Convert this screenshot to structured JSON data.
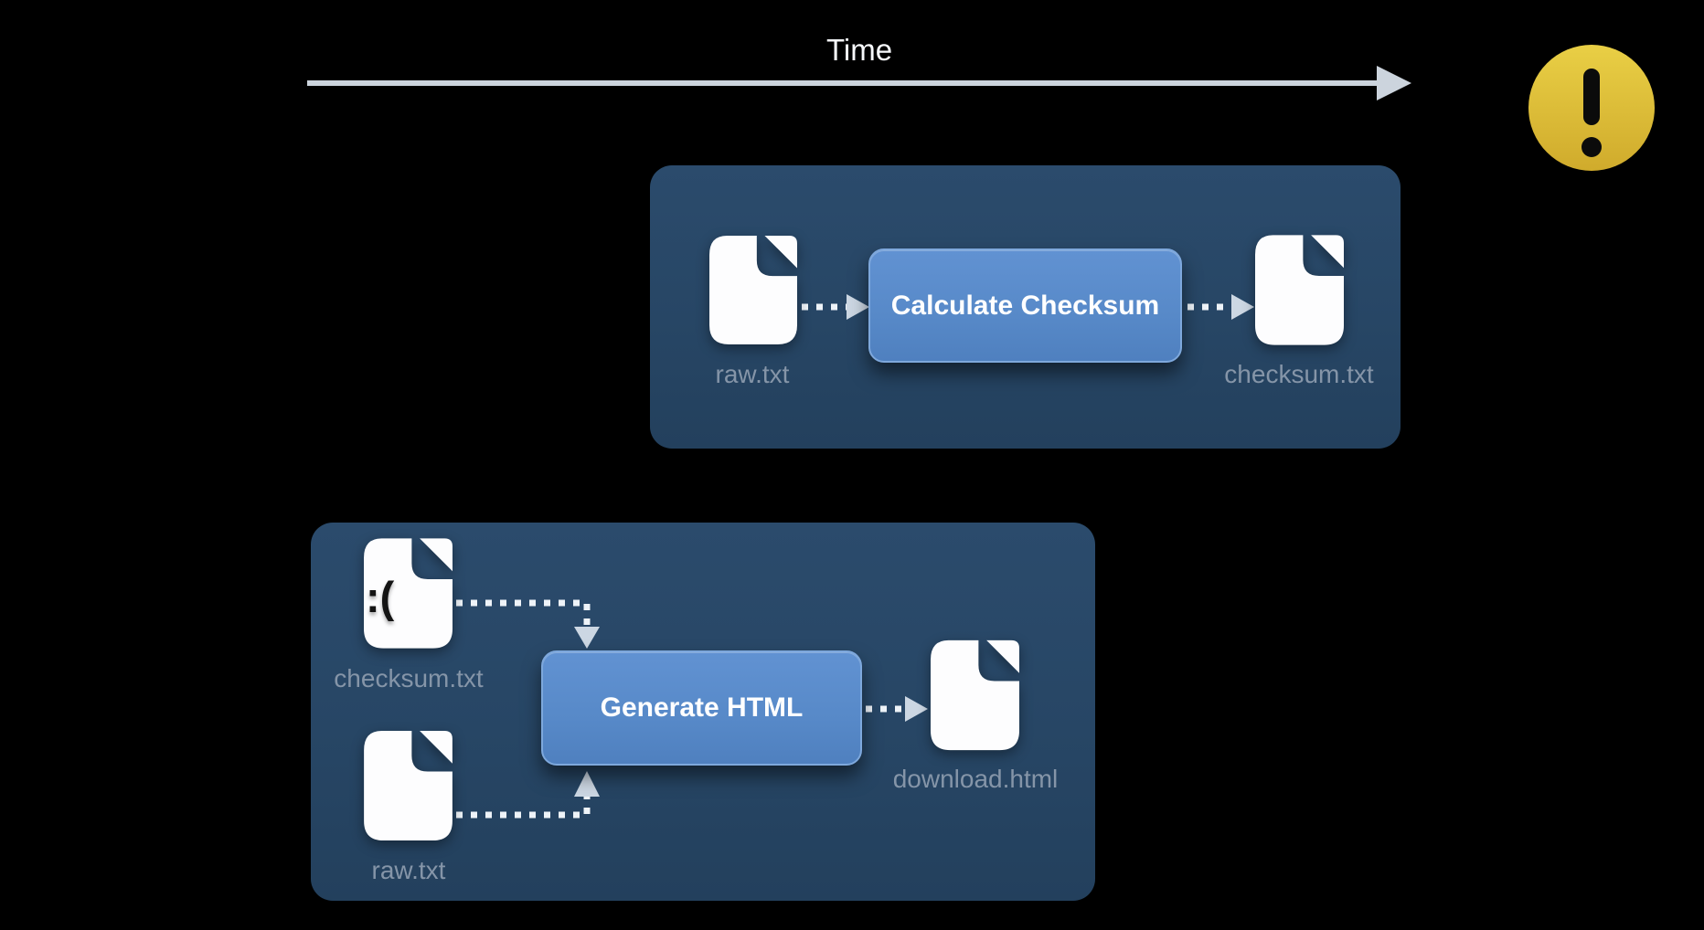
{
  "timeline": {
    "label": "Time"
  },
  "status": {
    "warning_icon": "exclamation-warning"
  },
  "colors": {
    "background": "#000000",
    "panel-bg": "#274665",
    "button-bg": "#5789c8",
    "button-border": "#7ea8dc",
    "button-text": "#ffffff",
    "file-fill": "#fdfdfe",
    "file-label": "#8595a8",
    "dot-line": "#eef3f8",
    "arrow-head": "#ccd7e3",
    "time-line": "#ccd4dd",
    "time-text": "#f7f9fc",
    "warning-top": "#e9cf45",
    "warning-bottom": "#d0ab2c",
    "warning-glyph": "#0b0b0b",
    "sad-face": "#141414"
  },
  "step1": {
    "input_label": "raw.txt",
    "process_label": "Calculate Checksum",
    "output_label": "checksum.txt"
  },
  "step2": {
    "input1_label": "checksum.txt",
    "input1_overlay": ":(",
    "input2_label": "raw.txt",
    "process_label": "Generate HTML",
    "output_label": "download.html"
  }
}
